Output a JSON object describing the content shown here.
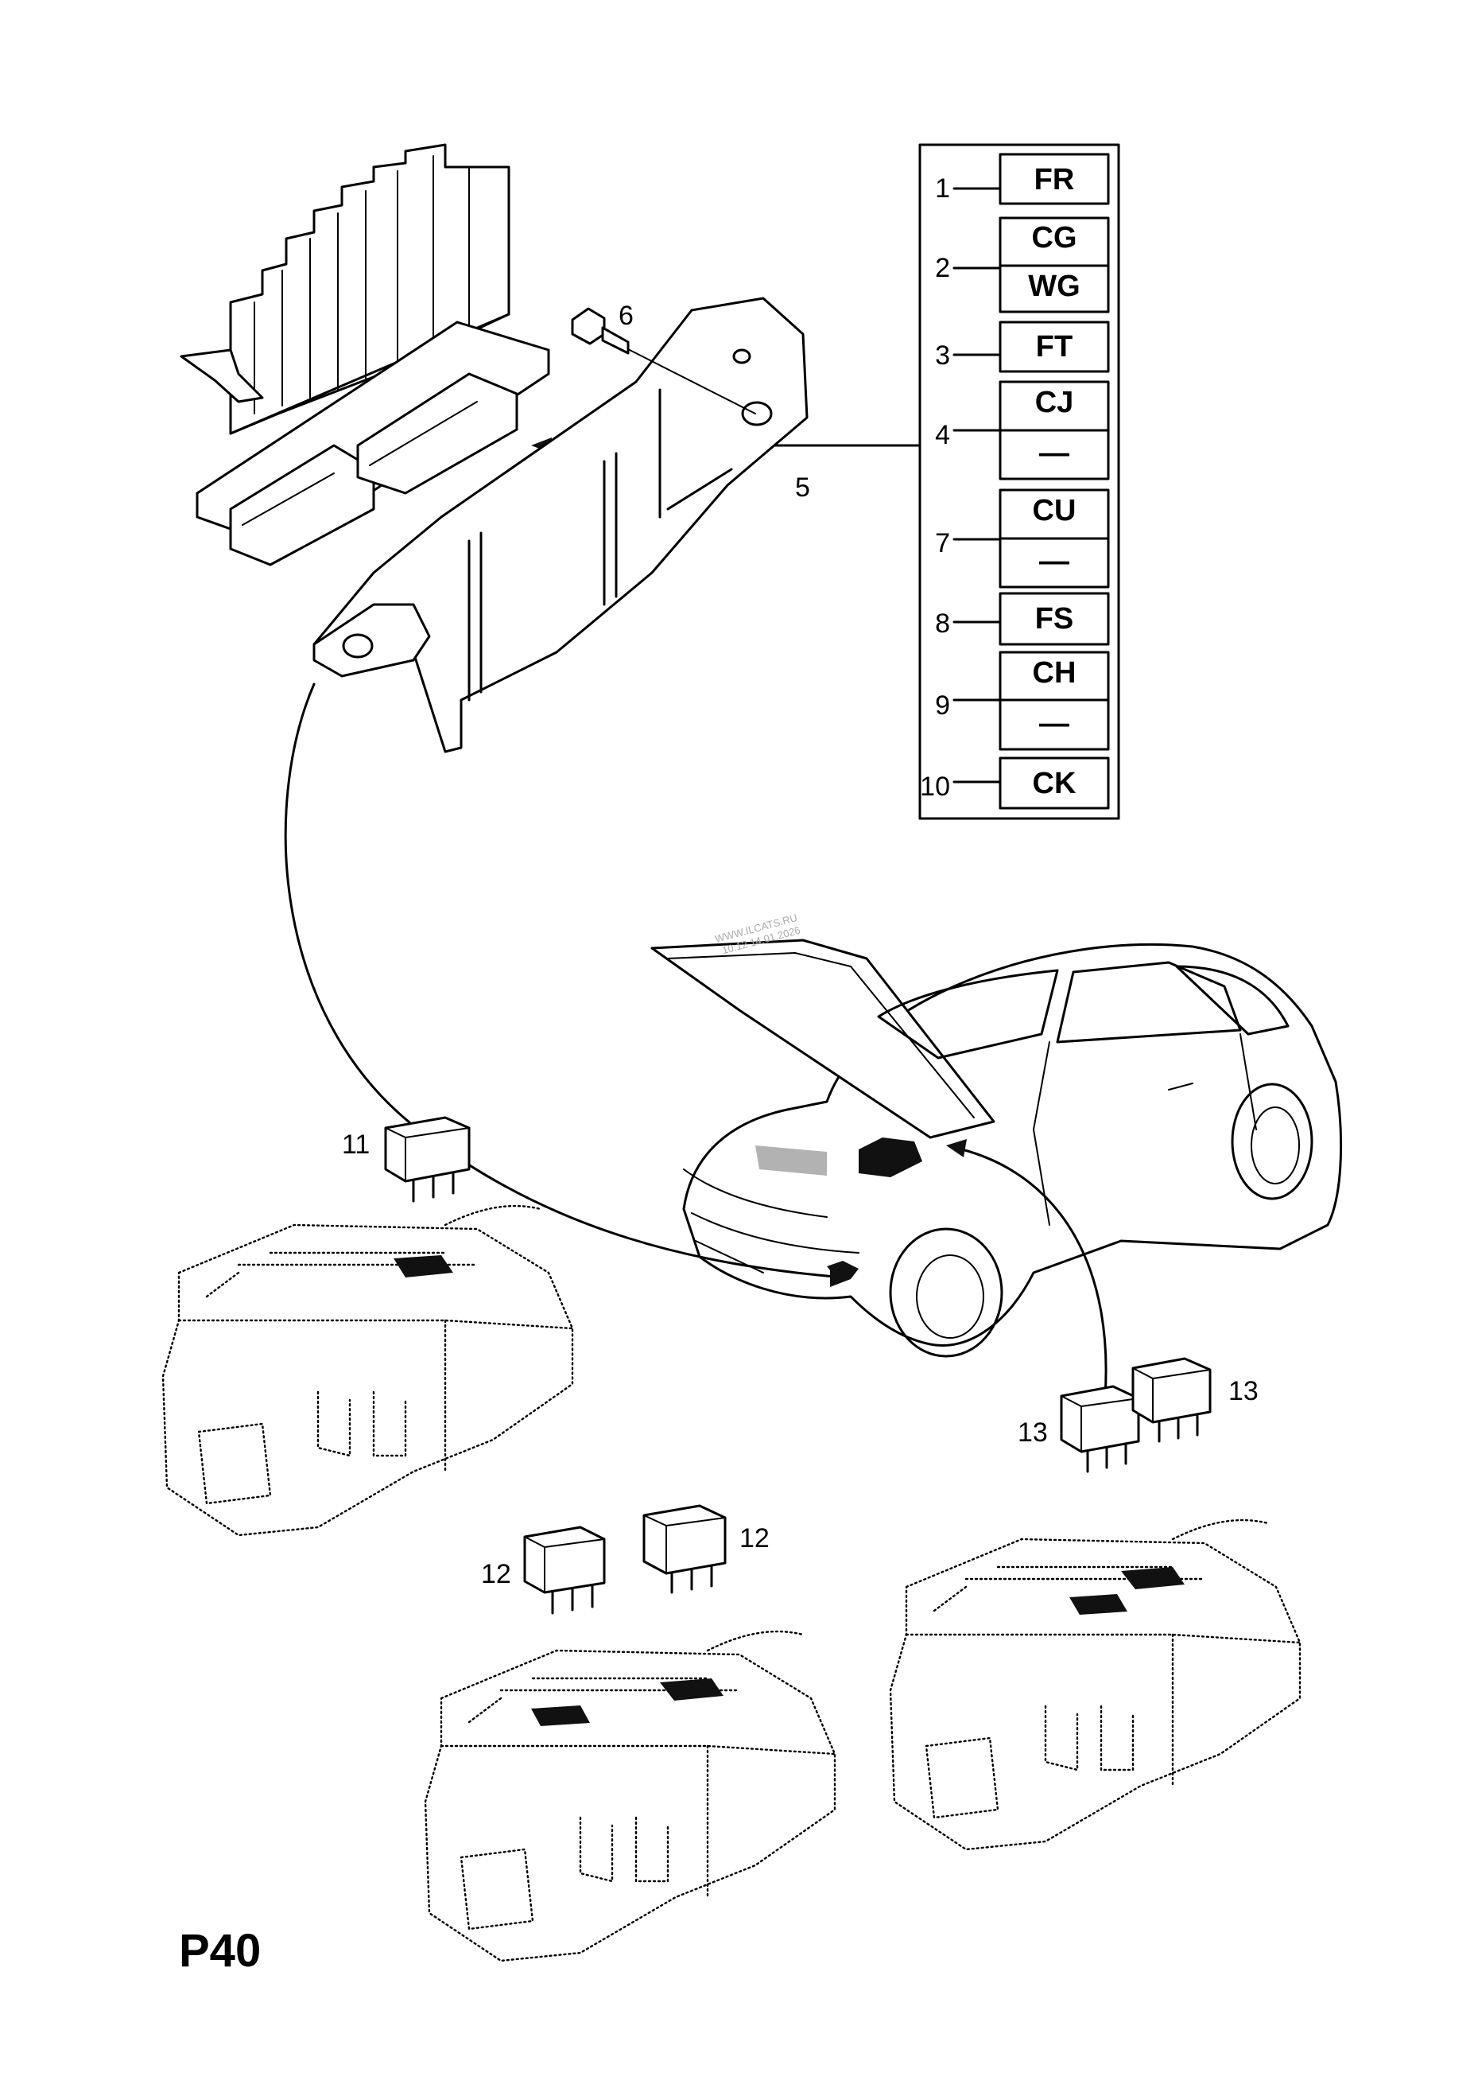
{
  "page_code": "P40",
  "watermark": {
    "line1": "WWW.ILCATS.RU",
    "line2": "10:12 14.01.2026"
  },
  "legend": {
    "rows": [
      {
        "ref": "1",
        "codes": [
          "FR"
        ]
      },
      {
        "ref": "2",
        "codes": [
          "CG",
          "WG"
        ]
      },
      {
        "ref": "3",
        "codes": [
          "FT"
        ]
      },
      {
        "ref": "4",
        "codes": [
          "CJ",
          "—"
        ]
      },
      {
        "ref": "7",
        "codes": [
          "CU",
          "—"
        ]
      },
      {
        "ref": "8",
        "codes": [
          "FS"
        ]
      },
      {
        "ref": "9",
        "codes": [
          "CH",
          "—"
        ]
      },
      {
        "ref": "10",
        "codes": [
          "CK"
        ]
      }
    ]
  },
  "callouts": {
    "c5": "5",
    "c6": "6",
    "c11": "11",
    "c12a": "12",
    "c12b": "12",
    "c13a": "13",
    "c13b": "13"
  }
}
